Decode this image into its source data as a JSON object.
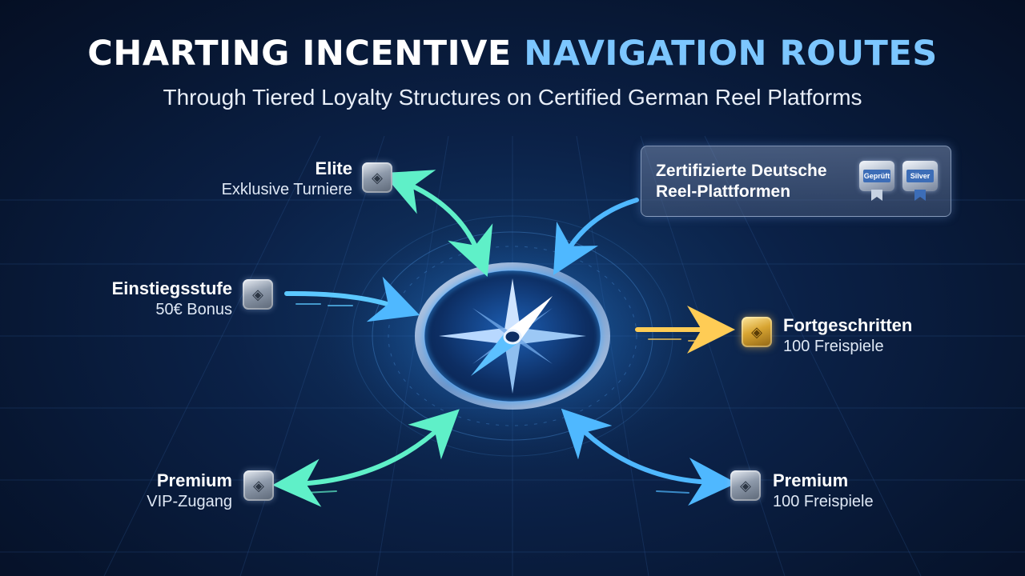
{
  "header": {
    "title_part1": "CHARTING INCENTIVE",
    "title_part2": "NAVIGATION ROUTES",
    "subtitle": "Through Tiered Loyalty Structures on Certified German Reel Platforms"
  },
  "tiers": [
    {
      "id": "elite",
      "name": "Elite",
      "perk": "Exklusive Turniere"
    },
    {
      "id": "entry",
      "name": "Einstiegsstufe",
      "perk": "50€ Bonus"
    },
    {
      "id": "advanced",
      "name": "Fortgeschritten",
      "perk": "100 Freispiele"
    },
    {
      "id": "premium-left",
      "name": "Premium",
      "perk": "VIP-Zugang"
    },
    {
      "id": "premium-right",
      "name": "Premium",
      "perk": "100 Freispiele"
    }
  ],
  "certification": {
    "line1": "Zertifizierte Deutsche",
    "line2": "Reel-Plattformen",
    "seal1": "Geprüft",
    "seal2": "Silver"
  },
  "colors": {
    "accent_blue": "#7cc6ff",
    "arrow_green": "#5ff0c8",
    "arrow_blue": "#4fb8ff",
    "arrow_gold": "#ffcc55",
    "compass_glow": "#3aa8ff"
  },
  "icons": {
    "compass": "compass-icon",
    "tier_badge": "diamond-badge-icon",
    "seal": "certification-seal-icon"
  }
}
